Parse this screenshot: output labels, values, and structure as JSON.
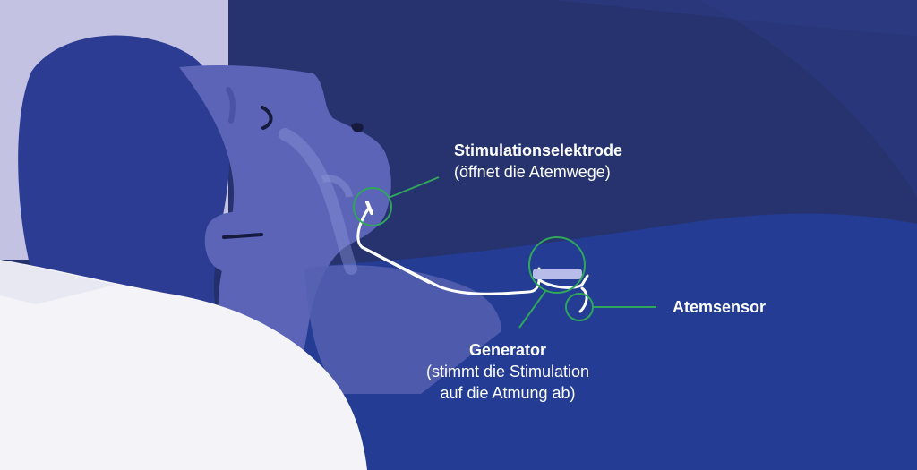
{
  "labels": {
    "electrode": {
      "title": "Stimulationselektrode",
      "description": "(öffnet die Atemwege)"
    },
    "sensor": {
      "title": "Atemsensor"
    },
    "generator": {
      "title": "Generator",
      "description_line1": "(stimmt die Stimulation",
      "description_line2": "auf die Atmung ab)"
    }
  },
  "colors": {
    "background_dark": "#23306b",
    "background_mid": "#2a3578",
    "bed_blue": "#243c94",
    "wall_lavender": "#c3c2e2",
    "skin_blue": "#2b3c92",
    "face_light": "#5b64b6",
    "pillow_white": "#f4f4f8",
    "callout_green": "#2fa65a",
    "lead_white": "#ffffff"
  }
}
